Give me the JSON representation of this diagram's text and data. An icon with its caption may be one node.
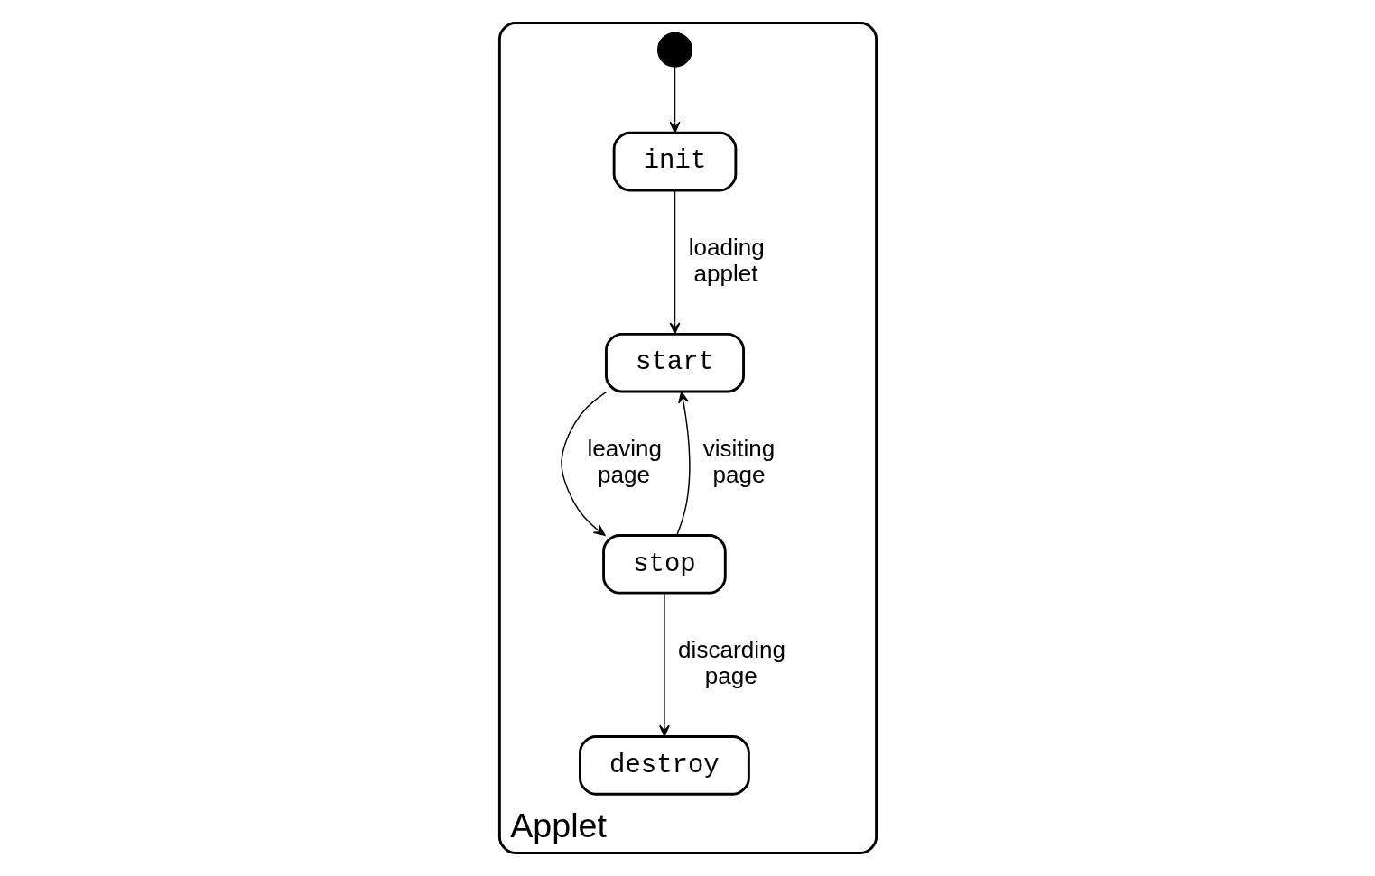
{
  "diagram": {
    "nodes": [
      {
        "text": [
          "Applet"
        ]
      },
      {
        "text": [
          "init"
        ],
        "in": 0
      },
      {
        "text": [
          "start"
        ],
        "in": 0
      },
      {
        "text": [
          "destroy"
        ],
        "in": 0
      },
      {
        "text": [
          "stop"
        ],
        "in": 0
      },
      {
        "text": [],
        "shape": "circle",
        "in": 0
      }
    ],
    "edges": [
      {
        "from": 5,
        "to": 1,
        "arrow": "to"
      },
      {
        "from": 1,
        "to": 2,
        "arrow": "to",
        "label": "loading applet"
      },
      {
        "from": 2,
        "to": 4,
        "arrow": "to",
        "label": "leaving page"
      },
      {
        "from": 4,
        "to": 2,
        "arrow": "to",
        "label": "visiting page"
      },
      {
        "from": 4,
        "to": 3,
        "arrow": "to",
        "label": "discarding page"
      }
    ]
  }
}
